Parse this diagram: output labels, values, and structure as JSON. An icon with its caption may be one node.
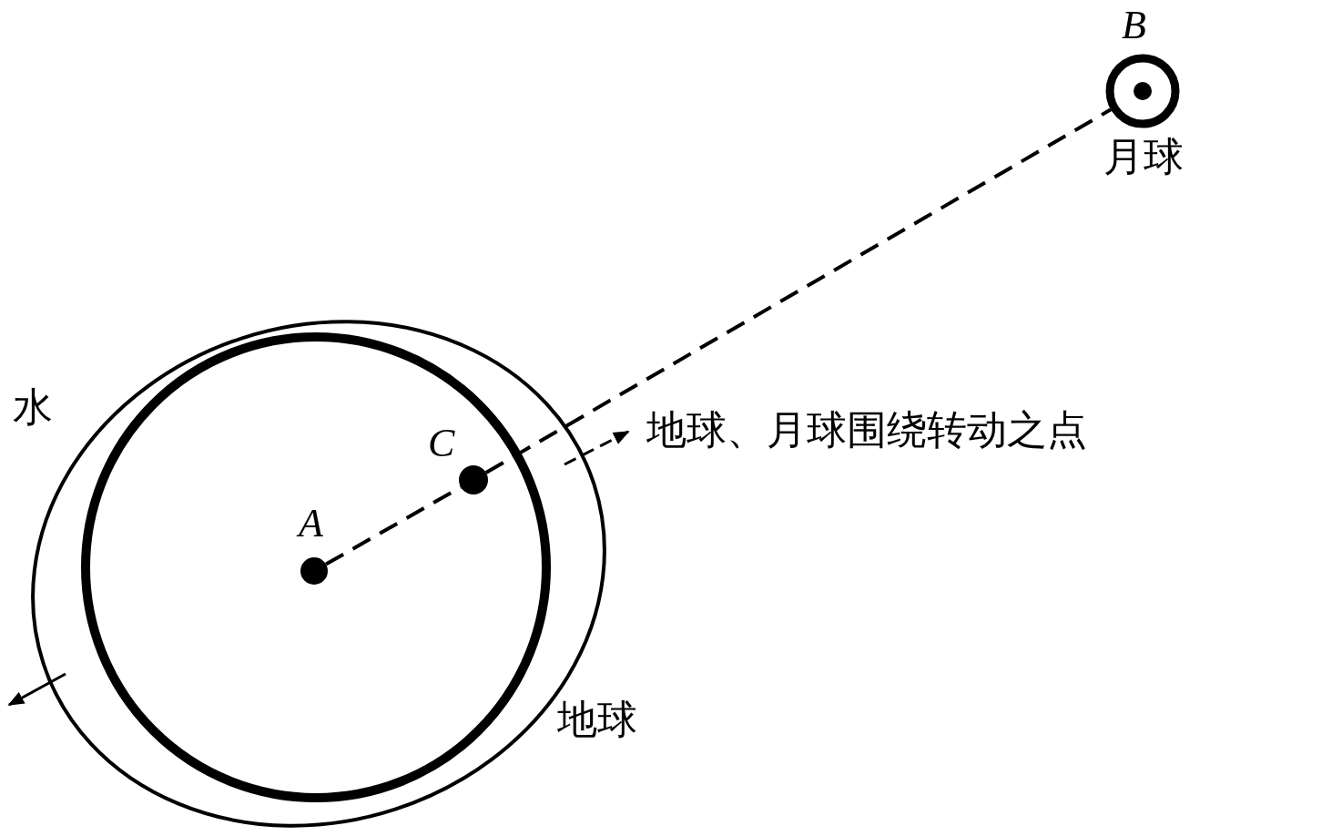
{
  "diagram": {
    "nodes": [
      {
        "text": [
          "水"
        ]
      },
      {
        "text": [
          "地球"
        ],
        "in": 0
      },
      {
        "text": [
          "A"
        ],
        "in": 1
      },
      {
        "text": [
          "C"
        ],
        "in": 1
      },
      {
        "text": [
          "B",
          "月球"
        ]
      }
    ],
    "edges": [
      {
        "from": 2,
        "to": 3,
        "arrow": "none",
        "style": "dashed"
      },
      {
        "from": 3,
        "to": 4,
        "arrow": "none",
        "style": "dashed"
      }
    ],
    "labels": [
      "地球、月球围绕转动之点"
    ]
  }
}
